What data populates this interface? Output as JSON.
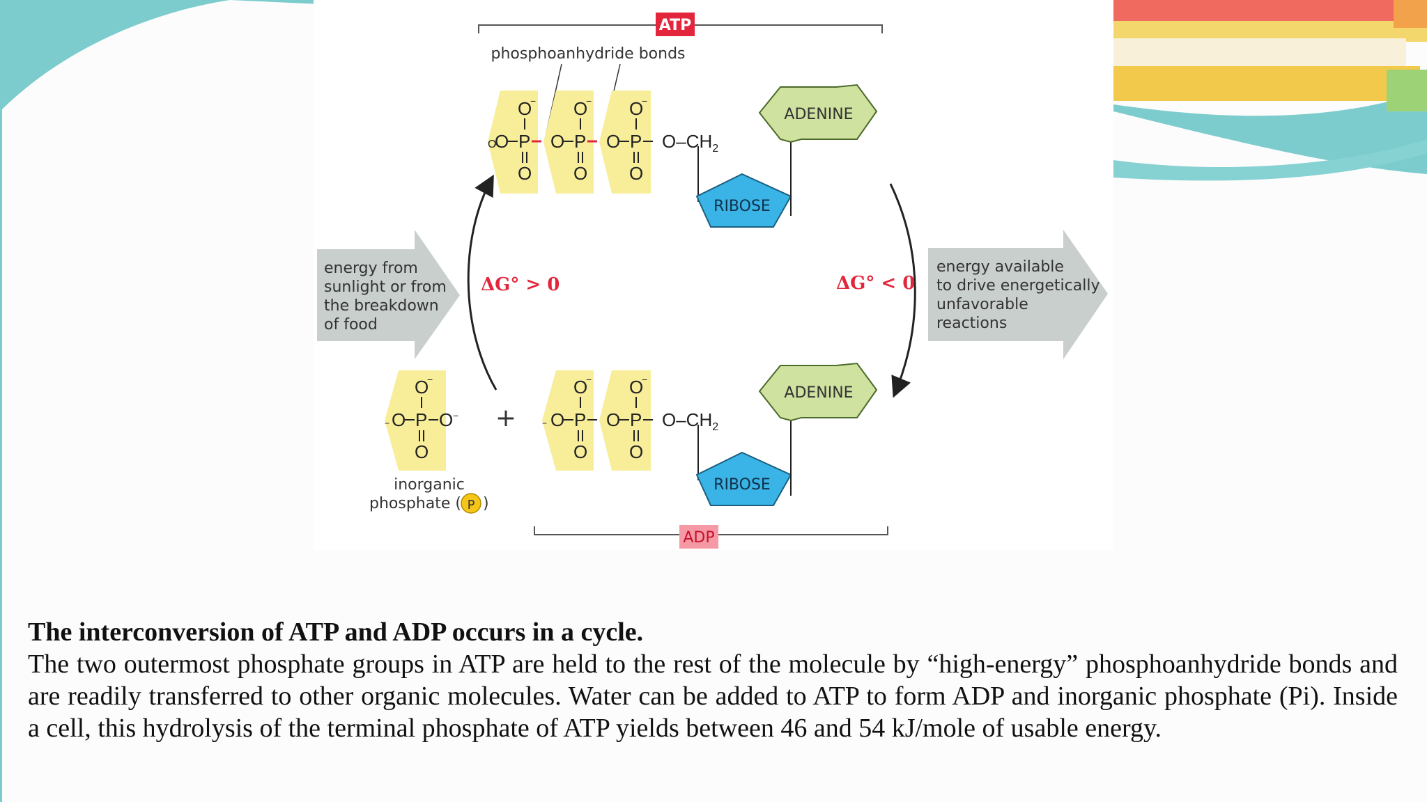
{
  "diagram": {
    "atp_label": "ATP",
    "adp_label": "ADP",
    "bonds_label": "phosphoanhydride bonds",
    "adenine": "ADENINE",
    "ribose": "RIBOSE",
    "ch2": "O–CH",
    "ch2_sub": "2",
    "o_minus": "O",
    "o_atom": "O",
    "p_atom": "P",
    "plus": "+",
    "energy_in": [
      "energy from",
      "sunlight or from",
      "the breakdown",
      "of food"
    ],
    "energy_out": [
      "energy available",
      "to drive energetically",
      "unfavorable",
      "reactions"
    ],
    "dg_pos": "ΔG° > 0",
    "dg_neg": "ΔG° < 0",
    "pi_label_line1": "inorganic",
    "pi_label_line2": "phosphate (",
    "pi_label_close": ")",
    "pi_badge": "P"
  },
  "caption": {
    "title": "The interconversion of ATP and ADP occurs in a cycle.",
    "body": "The two outermost phosphate groups in ATP are held to the rest of the molecule by “high-energy” phosphoanhydride bonds and are readily transferred to other organic molecules. Water can be added to ATP to form ADP and inorganic phosphate (Pi). Inside a cell, this hydrolysis of the terminal phosphate of ATP yields between 46 and 54 kJ/mole of usable energy."
  },
  "colors": {
    "teal": "#7ccccd",
    "phosphate_yellow": "#f8ee9a",
    "adenine_green": "#cfe2a0",
    "ribose_blue": "#3ab4e6",
    "accent_red": "#e3263b",
    "adp_pink": "#f59aa4",
    "arrow_gray": "#c9cfcc"
  }
}
